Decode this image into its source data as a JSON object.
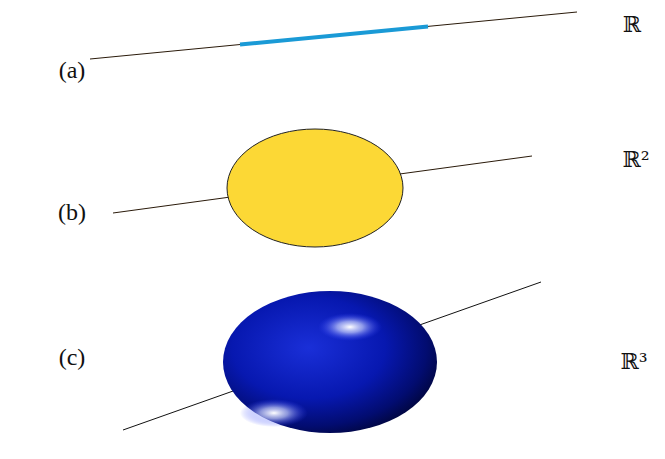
{
  "diagram": {
    "labels": [
      "(a)",
      "ℝ",
      "(b)",
      "ℝ²",
      "(c)",
      "ℝ³"
    ]
  }
}
